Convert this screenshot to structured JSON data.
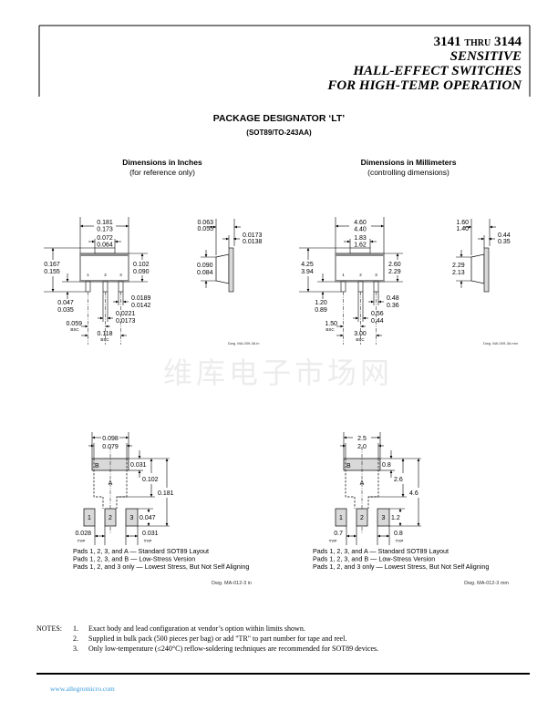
{
  "header": {
    "part_from": "3141",
    "thru": "THRU",
    "part_to": "3144",
    "line2": "SENSITIVE",
    "line3": "HALL-EFFECT SWITCHES",
    "line4": "FOR HIGH-TEMP. OPERATION"
  },
  "package": {
    "title": "PACKAGE DESIGNATOR ‘LT’",
    "subtitle": "(SOT89/TO-243AA)"
  },
  "columns": {
    "inches": {
      "heading": "Dimensions in Inches",
      "note": "(for reference only)"
    },
    "mm": {
      "heading": "Dimensions in Millimeters",
      "note": "(controlling dimensions)"
    }
  },
  "outline_inches": {
    "overall_width": [
      "0.181",
      "0.173"
    ],
    "tab_width": [
      "0.072",
      "0.064"
    ],
    "overall_height": [
      "0.167",
      "0.155"
    ],
    "body_height": [
      "0.102",
      "0.090"
    ],
    "lead_length": [
      "0.047",
      "0.035"
    ],
    "lead_width_outer": [
      "0.0189",
      "0.0142"
    ],
    "lead_width_center": [
      "0.0221",
      "0.0173"
    ],
    "pitch": [
      "0.059",
      "BSC"
    ],
    "pitch2": [
      "0.118",
      "BSC"
    ],
    "side_thickness": [
      "0.063",
      "0.055"
    ],
    "lead_thickness": [
      "0.0173",
      "0.0138"
    ],
    "side_height": [
      "0.090",
      "0.084"
    ],
    "pins": [
      "1",
      "2",
      "3"
    ],
    "drawing_no": "Dwg. MA-009-3A in"
  },
  "outline_mm": {
    "overall_width": [
      "4.60",
      "4.40"
    ],
    "tab_width": [
      "1.83",
      "1.62"
    ],
    "overall_height": [
      "4.25",
      "3.94"
    ],
    "body_height": [
      "2.60",
      "2.29"
    ],
    "lead_length": [
      "1.20",
      "0.89"
    ],
    "lead_width_outer": [
      "0.48",
      "0.36"
    ],
    "lead_width_center": [
      "0.56",
      "0.44"
    ],
    "pitch": [
      "1.50",
      "BSC"
    ],
    "pitch2": [
      "3.00",
      "BSC"
    ],
    "side_thickness": [
      "1.60",
      "1.40"
    ],
    "lead_thickness": [
      "0.44",
      "0.35"
    ],
    "side_height": [
      "2.29",
      "2.13"
    ],
    "pins": [
      "1",
      "2",
      "3"
    ],
    "drawing_no": "Dwg. MA-009-3A mm"
  },
  "footprint_inches": {
    "width_outer": "0.098",
    "width_inner": "0.079",
    "b_height": "0.031",
    "a_height": "0.102",
    "total_height": "0.181",
    "pad_height": "0.047",
    "pad_width_left": [
      "0.028",
      "TYP"
    ],
    "pad_width_right": [
      "0.031",
      "TYP"
    ],
    "label_a": "A",
    "label_b": "B",
    "pads": [
      "1",
      "2",
      "3"
    ],
    "legend": [
      "Pads 1, 2, 3, and A — Standard SOT89 Layout",
      "Pads 1, 2, 3, and B — Low-Stress Version",
      "Pads 1, 2, and 3 only — Lowest Stress, But Not Self Aligning"
    ],
    "drawing_no": "Dwg. MA-012-3 in"
  },
  "footprint_mm": {
    "width_outer": "2.5",
    "width_inner": "2.0",
    "b_height": "0.8",
    "a_height": "2.6",
    "total_height": "4.6",
    "pad_height": "1.2",
    "pad_width_left": [
      "0.7",
      "TYP"
    ],
    "pad_width_right": [
      "0.8",
      "TYP"
    ],
    "label_a": "A",
    "label_b": "B",
    "pads": [
      "1",
      "2",
      "3"
    ],
    "legend": [
      "Pads 1, 2, 3, and A — Standard SOT89 Layout",
      "Pads 1, 2, 3, and B — Low-Stress Version",
      "Pads 1, 2, and 3 only — Lowest Stress, But Not Self Aligning"
    ],
    "drawing_no": "Dwg. MA-012-3 mm"
  },
  "watermark": "维库电子市场网",
  "notes": {
    "label": "NOTES:",
    "items": [
      {
        "num": "1.",
        "text": "Exact body and lead configuration at vendor’s option within limits shown."
      },
      {
        "num": "2.",
        "text": "Supplied in bulk pack (500 pieces per bag) or add \"TR\" to part number for tape and reel."
      },
      {
        "num": "3.",
        "text": "Only low-temperature (≤240°C) reflow-soldering techniques are recommended for SOT89 devices."
      }
    ]
  },
  "footer": {
    "url": "www.allegromicro.com"
  },
  "colors": {
    "link": "#3a9ad9",
    "fill_gray": "#d9d9d9",
    "band_gray": "#8a8a8a",
    "watermark": "#ececec"
  }
}
